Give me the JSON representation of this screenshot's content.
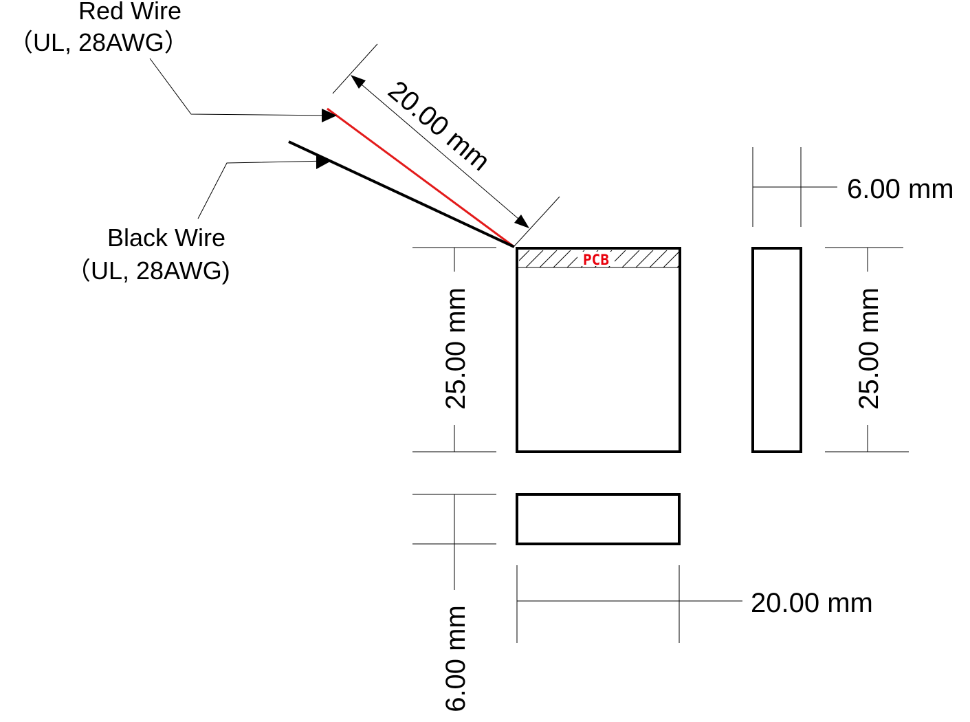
{
  "labels": {
    "red_wire_name": "Red Wire",
    "red_wire_spec": "（UL, 28AWG）",
    "black_wire_name": "Black Wire",
    "black_wire_spec": "（UL, 28AWG)",
    "pcb": "PCB"
  },
  "dimensions": {
    "wire_length": "20.00 mm",
    "side_thickness": "6.00 mm",
    "front_height": "25.00 mm",
    "side_height": "25.00 mm",
    "bottom_thickness": "6.00 mm",
    "bottom_width": "20.00 mm"
  },
  "colors": {
    "red_wire": "#e31a1a",
    "black_wire": "#000000",
    "pcb_label": "#e8000b",
    "outline": "#000000"
  }
}
